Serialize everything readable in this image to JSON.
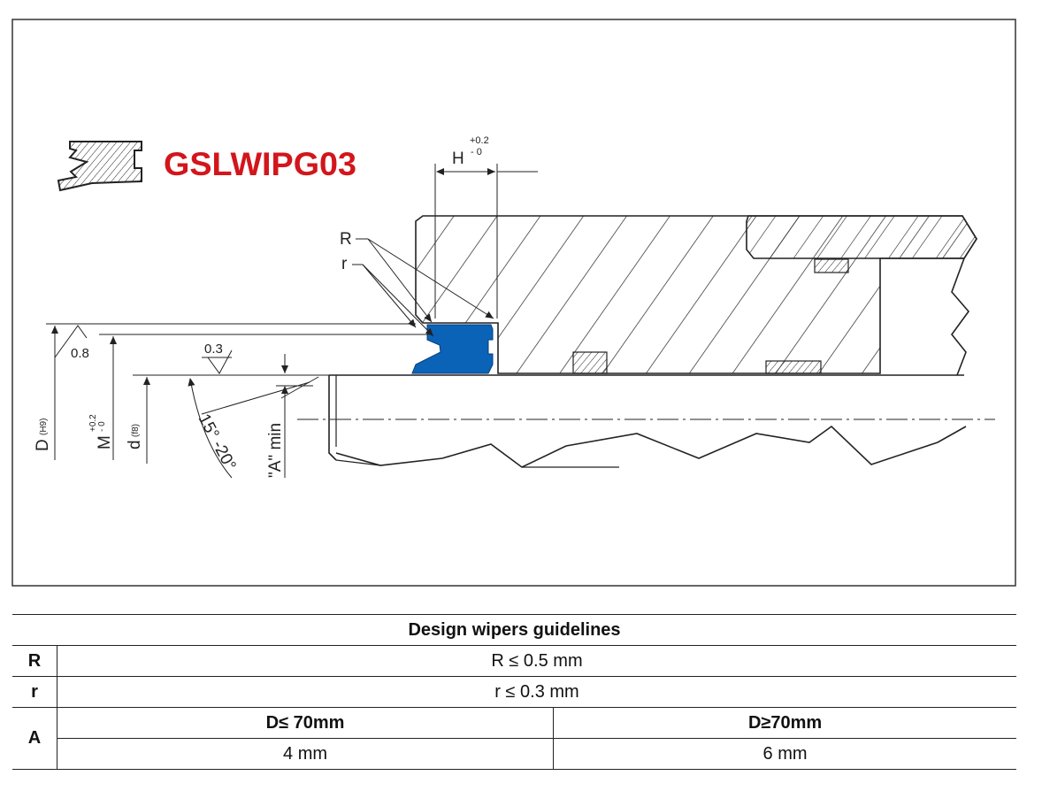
{
  "model_code": "GSLWIPG03",
  "colors": {
    "seal": "#0b63b8",
    "model_code": "#d2161c",
    "line": "#222222"
  },
  "dimensions": {
    "H": "H",
    "H_tol_plus": "+0.2",
    "H_tol_minus": "- 0",
    "R": "R",
    "r": "r",
    "roughness_bore": "0.8",
    "roughness_rod": "0.3",
    "D": "D",
    "D_fit": "(H9)",
    "M": "M",
    "M_tol_plus": "+0.2",
    "M_tol_minus": "- 0",
    "d": "d",
    "d_fit": "(f8)",
    "angle": "15° -20°",
    "A_min": "\"A\" min"
  },
  "table": {
    "title": "Design wipers guidelines",
    "rows": [
      {
        "label": "R",
        "value": "R ≤ 0.5 mm"
      },
      {
        "label": "r",
        "value": "r  ≤ 0.3 mm"
      }
    ],
    "A": {
      "label": "A",
      "headers": [
        "D≤ 70mm",
        "D≥70mm"
      ],
      "values": [
        "4 mm",
        "6 mm"
      ]
    }
  }
}
